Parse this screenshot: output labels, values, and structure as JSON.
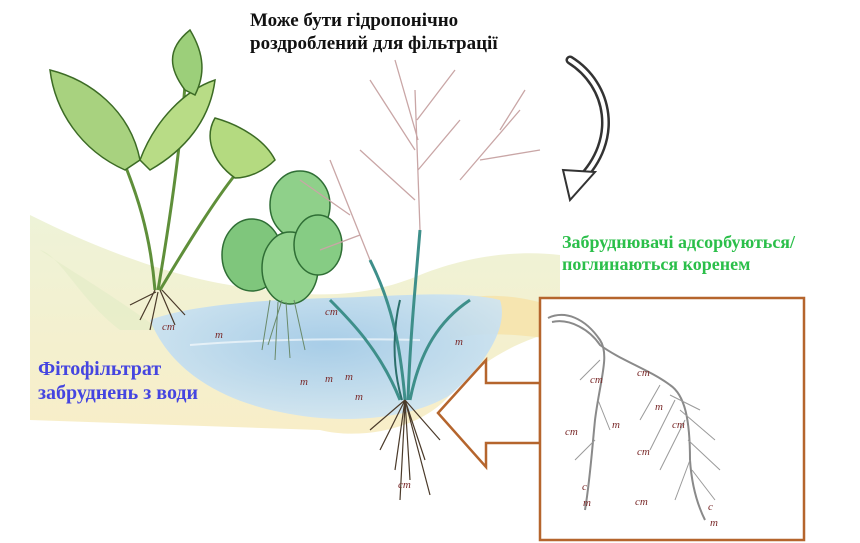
{
  "labels": {
    "top_line1": "Може бути гідропонічно",
    "top_line2": "роздроблений для фільтрації",
    "right_line1": "Забруднювачі адсорбуються/",
    "right_line2": "поглинаються коренем",
    "left_line1": "Фітофільтрат",
    "left_line2": "забруднень з води"
  },
  "markers": {
    "cm": "cm",
    "m": "m",
    "c": "c"
  },
  "colors": {
    "top_text": "#111111",
    "right_text": "#2bbf4a",
    "left_text": "#4545e0",
    "arrow_stroke": "#b5652d",
    "inset_frame": "#b5652d",
    "water": "#b9d8ee",
    "leaf": "#9ccf7a",
    "marker_text": "#7a2a2a"
  },
  "icons": {
    "curved_arrow": "curved-rotate-arrow-icon",
    "pointer_arrow": "left-arrow-icon"
  }
}
